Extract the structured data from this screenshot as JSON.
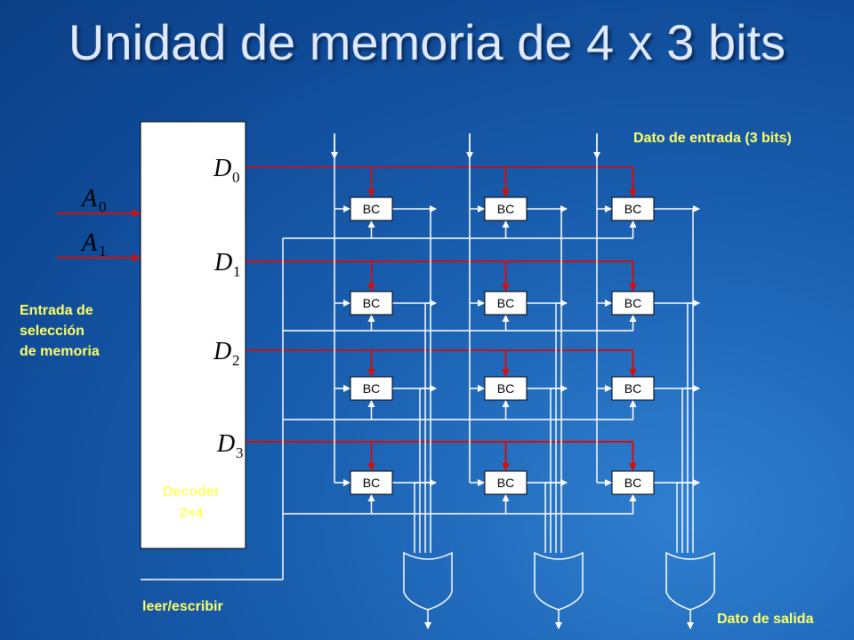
{
  "title": "Unidad de memoria de 4 x 3 bits",
  "labels": {
    "input_data": "Dato de entrada (3 bits)",
    "select_line1": "Entrada de",
    "select_line2": "selección",
    "select_line3": "de memoria",
    "decoder_line1": "Decoder",
    "decoder_line2": "2×4",
    "read_write": "leer/escribir",
    "output_data": "Dato de salida"
  },
  "address_inputs": [
    {
      "sym": "A",
      "sub": "0"
    },
    {
      "sym": "A",
      "sub": "1"
    }
  ],
  "decoder_outputs": [
    {
      "sym": "D",
      "sub": "0"
    },
    {
      "sym": "D",
      "sub": "1"
    },
    {
      "sym": "D",
      "sub": "2"
    },
    {
      "sym": "D",
      "sub": "3"
    }
  ],
  "cell_label": "BC",
  "colors": {
    "wire": "#ffffff",
    "select_wire": "#cc1111",
    "text_highlight": "#ffff66"
  }
}
